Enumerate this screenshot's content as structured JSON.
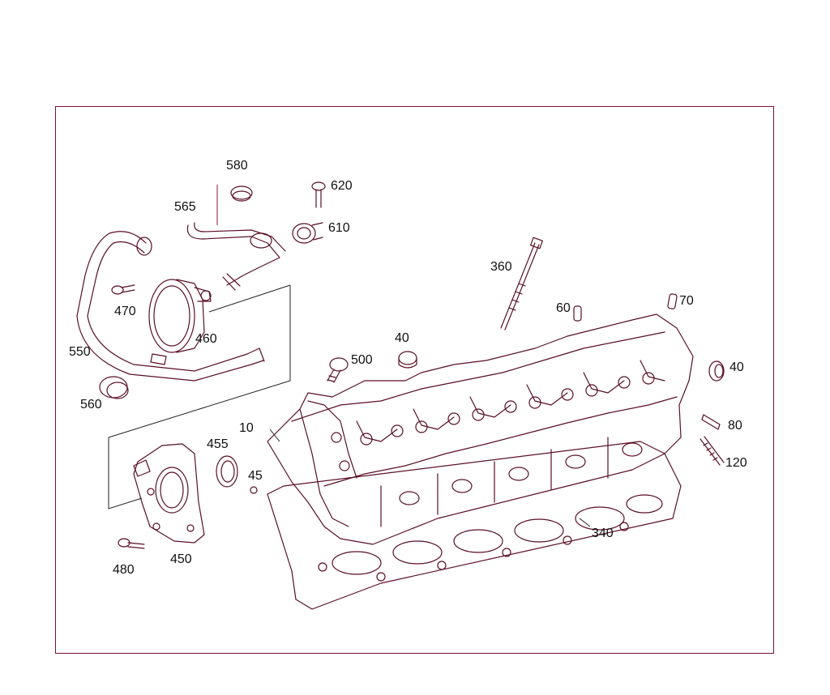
{
  "labels": {
    "p10": "10",
    "p40a": "40",
    "p40b": "40",
    "p45": "45",
    "p60": "60",
    "p70": "70",
    "p80": "80",
    "p120": "120",
    "p340": "340",
    "p360": "360",
    "p450": "450",
    "p455": "455",
    "p460": "460",
    "p470": "470",
    "p480": "480",
    "p500": "500",
    "p550": "550",
    "p560": "560",
    "p565": "565",
    "p580": "580",
    "p610": "610",
    "p620": "620"
  },
  "colors": {
    "line": "#5a0f25",
    "frame": "#7a1030",
    "text": "#111111"
  }
}
